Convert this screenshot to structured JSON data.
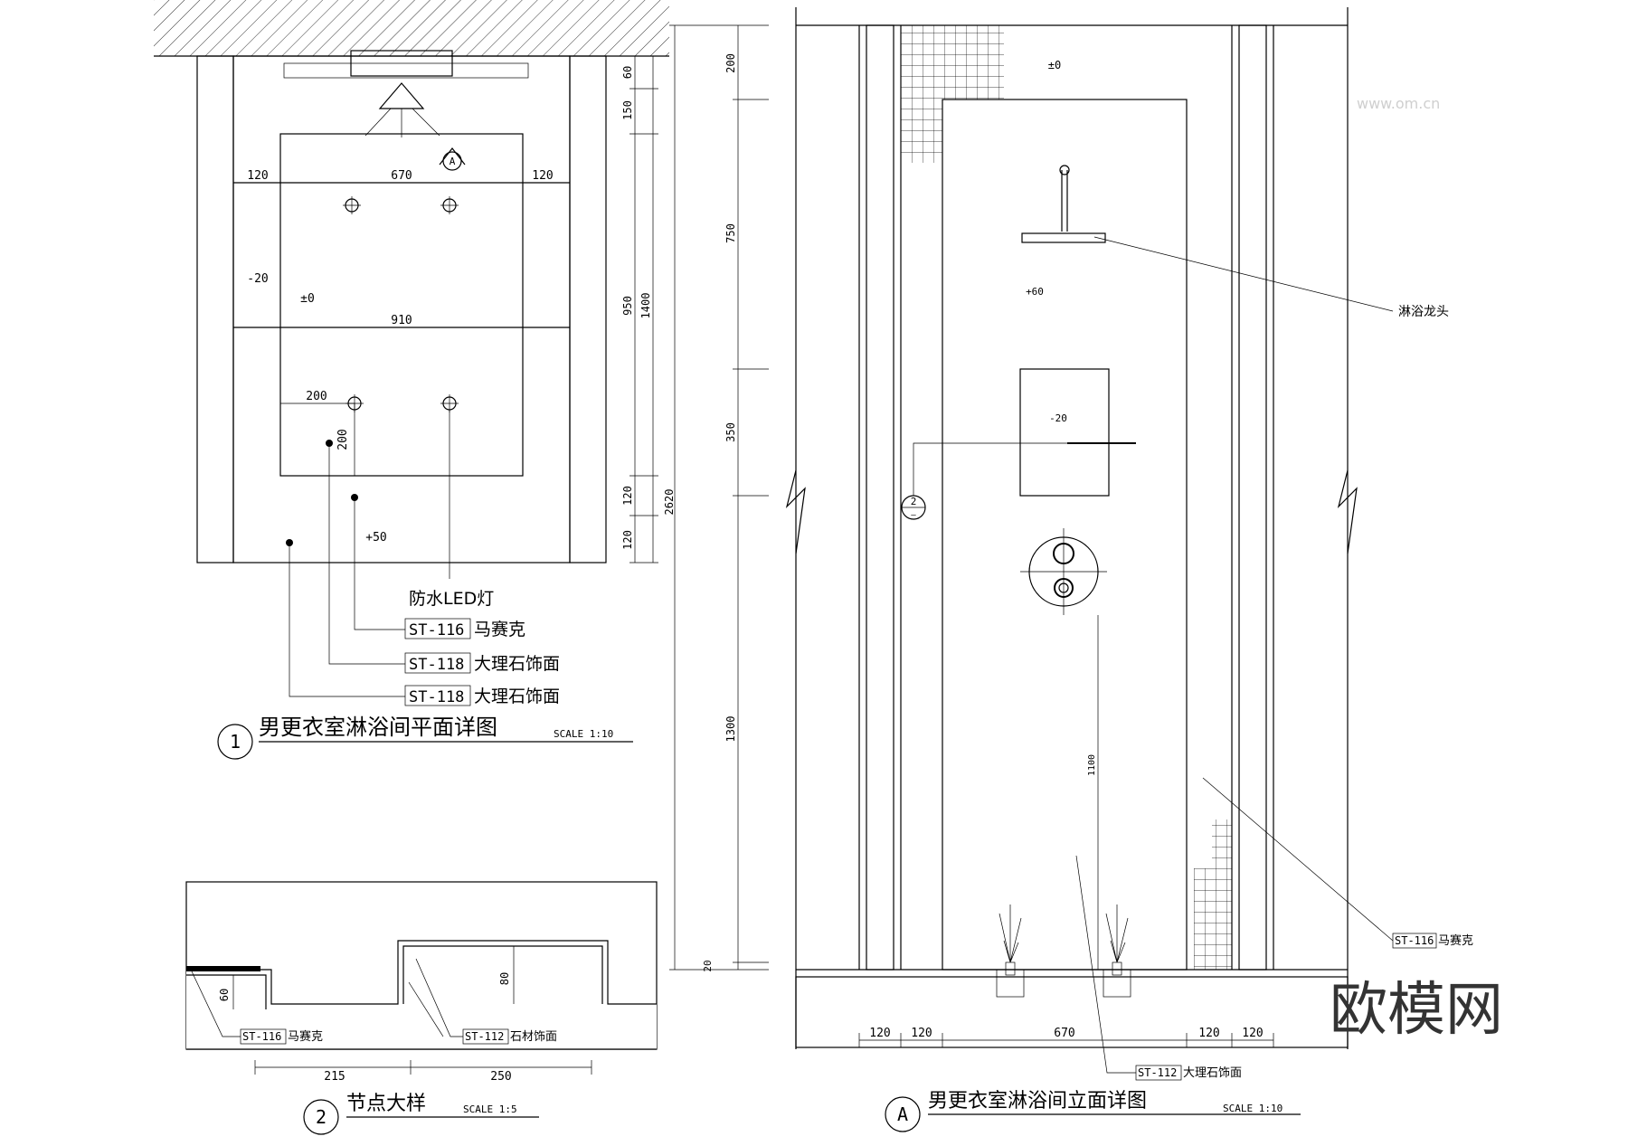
{
  "plan": {
    "title": "男更衣室淋浴间平面详图",
    "scale": "SCALE 1:10",
    "number": "1",
    "dims": {
      "w_left": "120",
      "w_mid": "670",
      "w_right": "120",
      "w_910": "910",
      "d_200h": "200",
      "d_200v": "200",
      "v_60": "60",
      "v_150": "150",
      "v_950": "950",
      "v_1400": "1400",
      "v_120a": "120",
      "v_120b": "120",
      "v_2620": "2620"
    },
    "levels": {
      "minus20": "-20",
      "zero": "±0",
      "plus50": "+50"
    },
    "a_marker": "A",
    "notes": [
      {
        "code": "",
        "text": "防水LED灯"
      },
      {
        "code": "ST-116",
        "text": "马赛克"
      },
      {
        "code": "ST-118",
        "text": "大理石饰面"
      },
      {
        "code": "ST-118",
        "text": "大理石饰面"
      }
    ]
  },
  "detail": {
    "title": "节点大样",
    "scale": "SCALE 1:5",
    "number": "2",
    "dims": {
      "d60": "60",
      "d80": "80",
      "d215": "215",
      "d250": "250"
    },
    "notes": [
      {
        "code": "ST-116",
        "text": "马赛克"
      },
      {
        "code": "ST-112",
        "text": "石材饰面"
      }
    ]
  },
  "elevation": {
    "title": "男更衣室淋浴间立面详图",
    "scale": "SCALE 1:10",
    "number": "A",
    "levels": {
      "zero": "±0",
      "plus60": "+60",
      "minus20": "-20"
    },
    "vdims": {
      "v200": "200",
      "v750": "750",
      "v350": "350",
      "v1300": "1300",
      "v20": "20",
      "v1100": "1100"
    },
    "hdims": {
      "h1": "120",
      "h2": "120",
      "h3": "670",
      "h4": "120",
      "h5": "120"
    },
    "section_marker": {
      "top": "2",
      "bottom": "—"
    },
    "notes": [
      {
        "code": "",
        "text": "淋浴龙头"
      },
      {
        "code": "ST-116",
        "text": "马赛克"
      },
      {
        "code": "ST-112",
        "text": "大理石饰面"
      }
    ]
  },
  "watermark": {
    "logo": "欧模网",
    "url": "www.om.cn"
  }
}
